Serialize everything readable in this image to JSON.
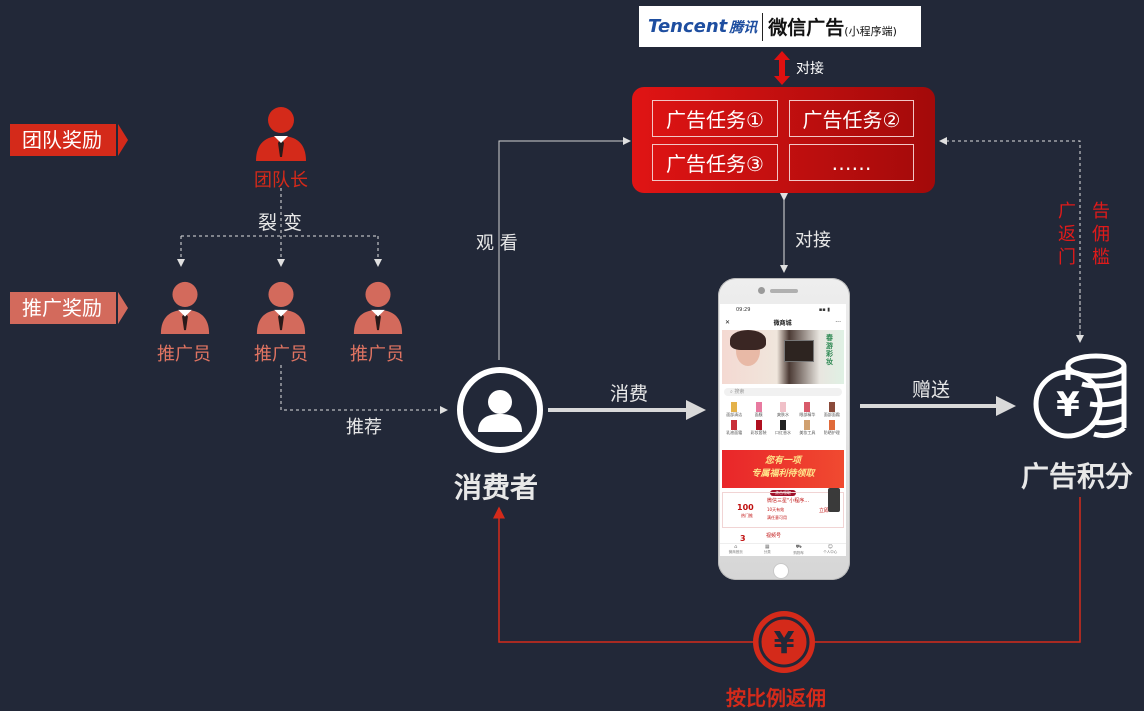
{
  "wechat_logo": {
    "tencent": "Tencent",
    "tengxun": "腾讯",
    "title": "微信广告",
    "sub": "(小程序端)"
  },
  "labels": {
    "team_reward": "团队奖励",
    "promo_reward": "推广奖励",
    "team_leader": "团队长",
    "fission": "裂 变",
    "promoter": "推广员",
    "recommend": "推荐",
    "watch": "观 看",
    "dock_top": "对接",
    "dock_mid": "对接",
    "consume": "消费",
    "gift": "赠送",
    "consumer": "消费者",
    "ad_points": "广告积分",
    "ad_threshold": [
      "广",
      "告",
      "返",
      "佣",
      "门",
      "槛"
    ],
    "rebate": "按比例返佣"
  },
  "tasks": [
    "广告任务①",
    "广告任务②",
    "广告任务③",
    "……"
  ],
  "phone": {
    "time": "09:29",
    "title": "微商城",
    "search": "搜索",
    "banner_text": "春游彩妆",
    "categories": [
      "面部清洁",
      "面膜",
      "爽肤水",
      "眼部精华",
      "面部面霜",
      "乳液面霜",
      "彩妆套装",
      "口红香水",
      "美妆工具",
      "防晒护理"
    ],
    "promo_line1": "您有一项",
    "promo_line2": "专属福利待领取",
    "promo_btn": "点击领取",
    "item1_num": "100",
    "item1_sub": "热门推",
    "item1_title": "微信三星\"小程序...",
    "item1_detail1": "10天有效",
    "item1_detail2": "满任意可用",
    "item1_btn": "立即",
    "item2_num": "3",
    "item2_title": "视频号",
    "tabs": [
      "微商首页",
      "分类",
      "购物车",
      "个人中心"
    ]
  },
  "colors": {
    "bg": "#222838",
    "red": "#d42a1a",
    "pink": "#d36a5c",
    "line": "#c9c9c9"
  }
}
